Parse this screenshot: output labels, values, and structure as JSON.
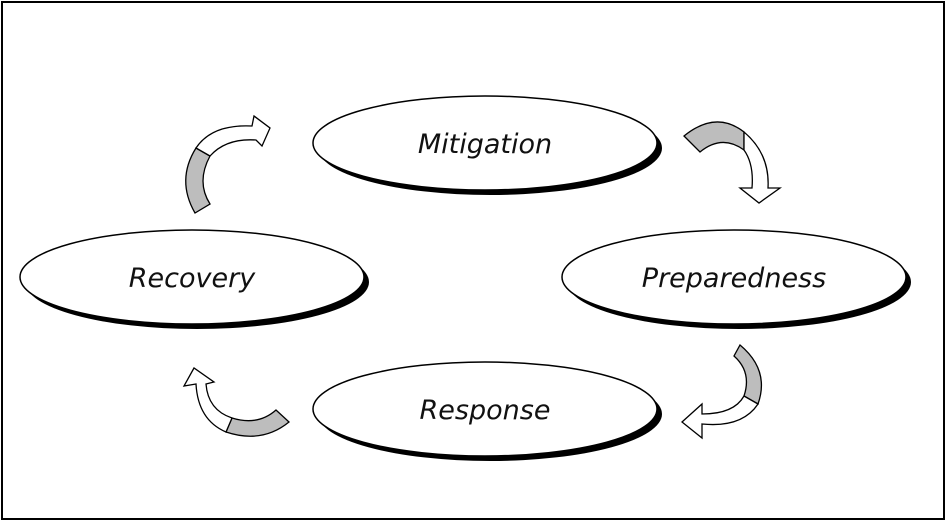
{
  "diagram": {
    "type": "cycle",
    "nodes": [
      {
        "id": "mitigation",
        "label": "Mitigation"
      },
      {
        "id": "preparedness",
        "label": "Preparedness"
      },
      {
        "id": "response",
        "label": "Response"
      },
      {
        "id": "recovery",
        "label": "Recovery"
      }
    ],
    "edges": [
      {
        "from": "mitigation",
        "to": "preparedness"
      },
      {
        "from": "preparedness",
        "to": "response"
      },
      {
        "from": "response",
        "to": "recovery"
      },
      {
        "from": "recovery",
        "to": "mitigation"
      }
    ],
    "colors": {
      "border": "#000000",
      "node_fill": "#ffffff",
      "node_shadow": "#000000",
      "arrow_gray": "#bdbdbd",
      "arrow_white": "#ffffff",
      "text": "#111111"
    }
  }
}
